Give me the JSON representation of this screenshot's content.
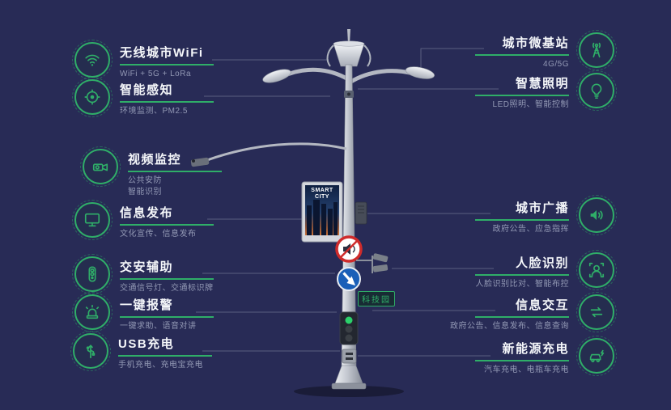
{
  "colors": {
    "background": "#282b56",
    "accent": "#2fae68",
    "title": "#f5f7fa",
    "subtitle": "#9298b4",
    "connector_line": "#8d93ab"
  },
  "left_items": [
    {
      "title": "无线城市WiFi",
      "subtitle": "WiFi + 5G + LoRa",
      "icon": "wifi-icon"
    },
    {
      "title": "智能感知",
      "subtitle": "环境监测、PM2.5",
      "icon": "perception-icon"
    },
    {
      "title": "视频监控",
      "subtitle": "公共安防",
      "subtitle2": "智能识别",
      "icon": "camera-icon"
    },
    {
      "title": "信息发布",
      "subtitle": "文化宣传、信息发布",
      "icon": "display-icon"
    },
    {
      "title": "交安辅助",
      "subtitle": "交通信号灯、交通标识牌",
      "icon": "traffic-light-icon"
    },
    {
      "title": "一键报警",
      "subtitle": "一键求助、语音对讲",
      "icon": "alarm-icon"
    },
    {
      "title": "USB充电",
      "subtitle": "手机充电、充电宝充电",
      "icon": "usb-icon"
    }
  ],
  "right_items": [
    {
      "title": "城市微基站",
      "subtitle": "4G/5G",
      "icon": "base-station-icon"
    },
    {
      "title": "智慧照明",
      "subtitle": "LED照明、智能控制",
      "icon": "bulb-icon"
    },
    {
      "title": "城市广播",
      "subtitle": "政府公告、应急指挥",
      "icon": "speaker-icon"
    },
    {
      "title": "人脸识别",
      "subtitle": "人脸识别比对、智能布控",
      "icon": "face-icon"
    },
    {
      "title": "信息交互",
      "subtitle": "政府公告、信息发布、信息查询",
      "icon": "interaction-icon"
    },
    {
      "title": "新能源充电",
      "subtitle": "汽车充电、电瓶车充电",
      "icon": "ev-charging-icon"
    }
  ],
  "pole": {
    "screen_title": "SMART CITY",
    "tag_label": "科技园"
  }
}
